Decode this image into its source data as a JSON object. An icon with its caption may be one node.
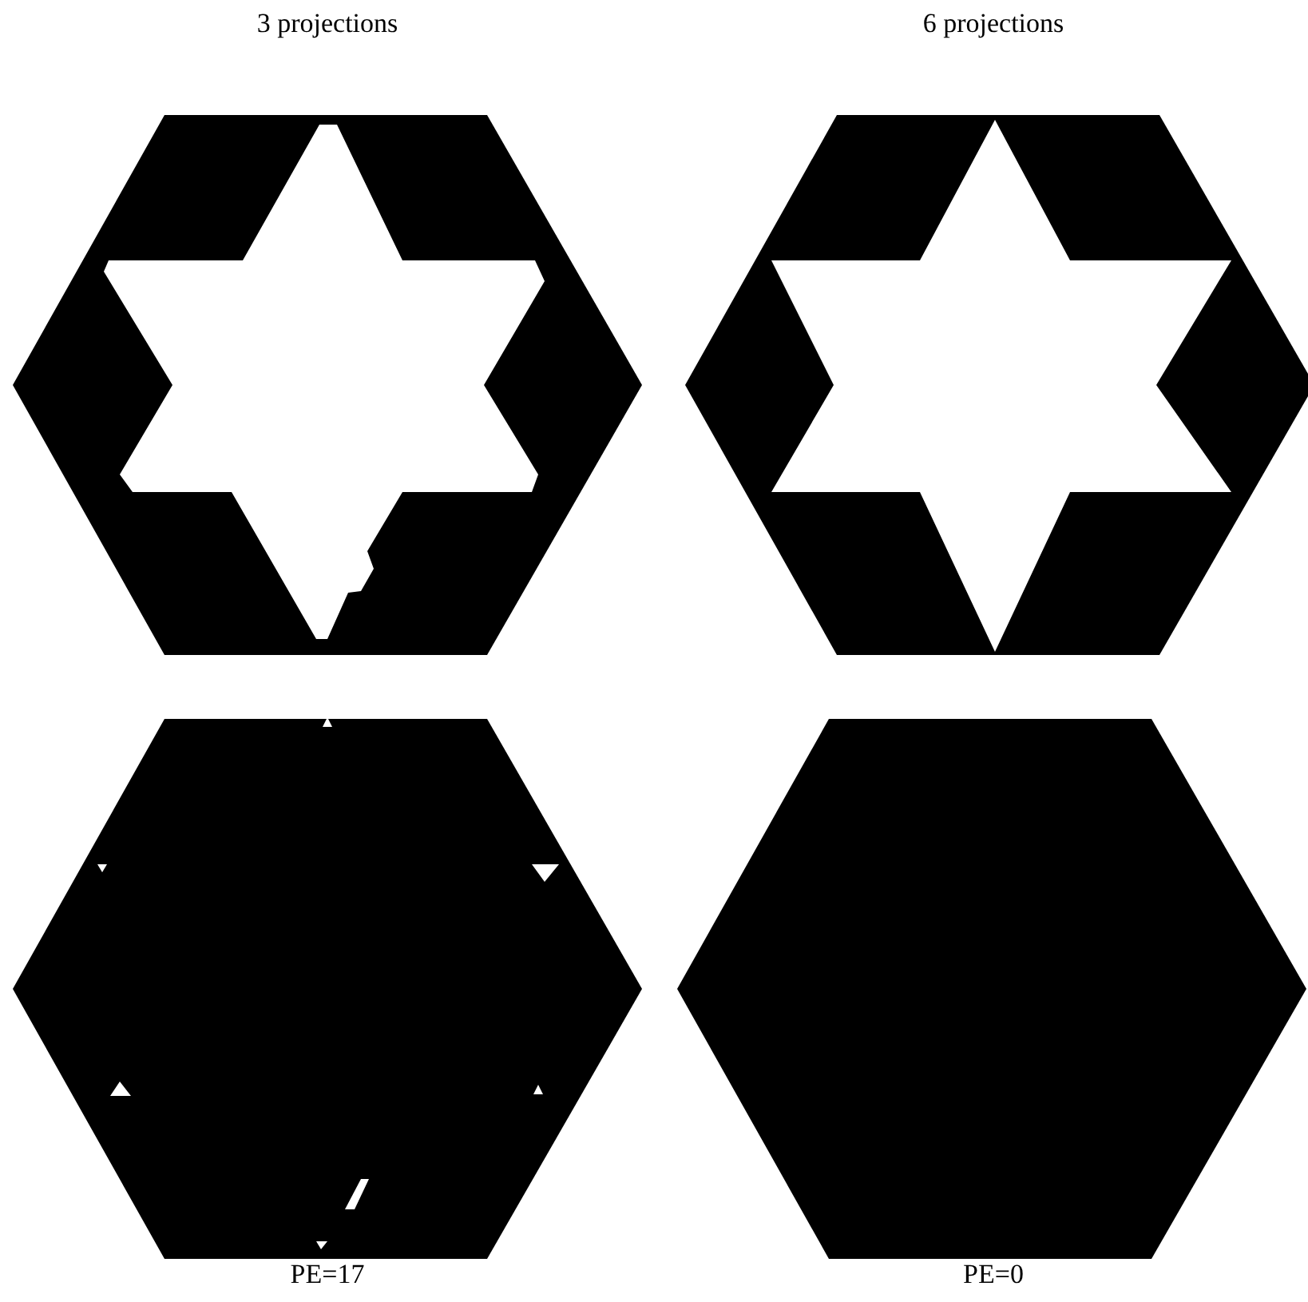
{
  "diagram": {
    "labels": [
      "3 projections",
      "6 projections",
      "PE=17",
      "PE=0"
    ]
  }
}
